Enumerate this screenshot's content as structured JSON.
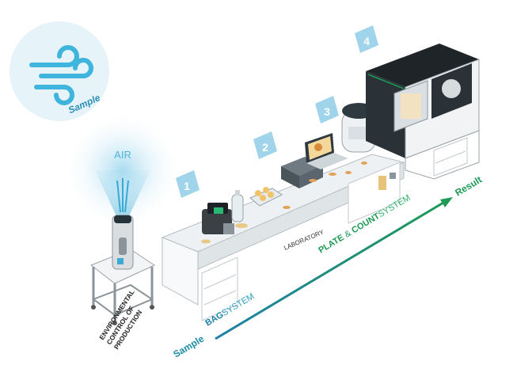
{
  "sample_bubble": {
    "label": "Sample",
    "icon": "wind-icon"
  },
  "air_label": "AIR",
  "environment_label": [
    "ENVIRONMENTAL",
    "CONTROL OF",
    "PRODUCTION"
  ],
  "laboratory_label": "LABORATORY",
  "steps": [
    "1",
    "2",
    "3",
    "4"
  ],
  "flow": {
    "start": "Sample",
    "end": "Result",
    "bag_bold": "BAG",
    "bag_rest": "SYSTEM",
    "plate_bold": "PLATE",
    "plate_amp": " & ",
    "count_bold": "COUNT",
    "count_rest": "SYSTEM"
  },
  "colors": {
    "step_badge": "#9fd4ea",
    "air": "#4fb3d9",
    "teal": "#1f8ea6",
    "green": "#1d9a55",
    "sample_circle": "#e6f4fa"
  }
}
